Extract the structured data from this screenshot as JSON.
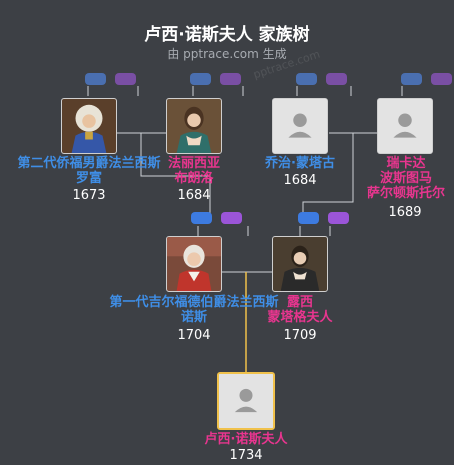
{
  "header": {
    "title": "卢西·诺斯夫人 家族树",
    "subtitle": "由 pptrace.com 生成",
    "watermark": "pptrace.com"
  },
  "colors": {
    "background": "#3d4045",
    "male_name": "#3f8ee6",
    "female_name": "#e8358f",
    "line": "#cfd2d6",
    "focus_line": "#f0c14b"
  },
  "people": {
    "gp1": {
      "name_lines": [
        "第二代侨福男爵法兰西斯",
        "罗富"
      ],
      "year": "1673",
      "gender": "male",
      "icon": "portrait-photo"
    },
    "gp2": {
      "name_lines": [
        "法丽西亚",
        "布朗洛"
      ],
      "year": "1684",
      "gender": "female",
      "icon": "portrait-photo"
    },
    "gp3": {
      "name_lines": [
        "乔治·蒙塔古"
      ],
      "year": "1684",
      "gender": "male",
      "icon": "placeholder-avatar-icon"
    },
    "gp4": {
      "name_lines": [
        "瑞卡达",
        "波斯图马",
        "萨尔顿斯托尔"
      ],
      "year": "1689",
      "gender": "female",
      "icon": "placeholder-avatar-icon"
    },
    "p1": {
      "name_lines": [
        "第一代吉尔福德伯爵法兰西斯",
        "诺斯"
      ],
      "year": "1704",
      "gender": "male",
      "icon": "portrait-photo"
    },
    "p2": {
      "name_lines": [
        "露西",
        "蒙塔格夫人"
      ],
      "year": "1709",
      "gender": "female",
      "icon": "portrait-photo"
    },
    "self": {
      "name_lines": [
        "卢西·诺斯夫人"
      ],
      "year": "1734",
      "gender": "female",
      "icon": "placeholder-avatar-icon"
    }
  }
}
